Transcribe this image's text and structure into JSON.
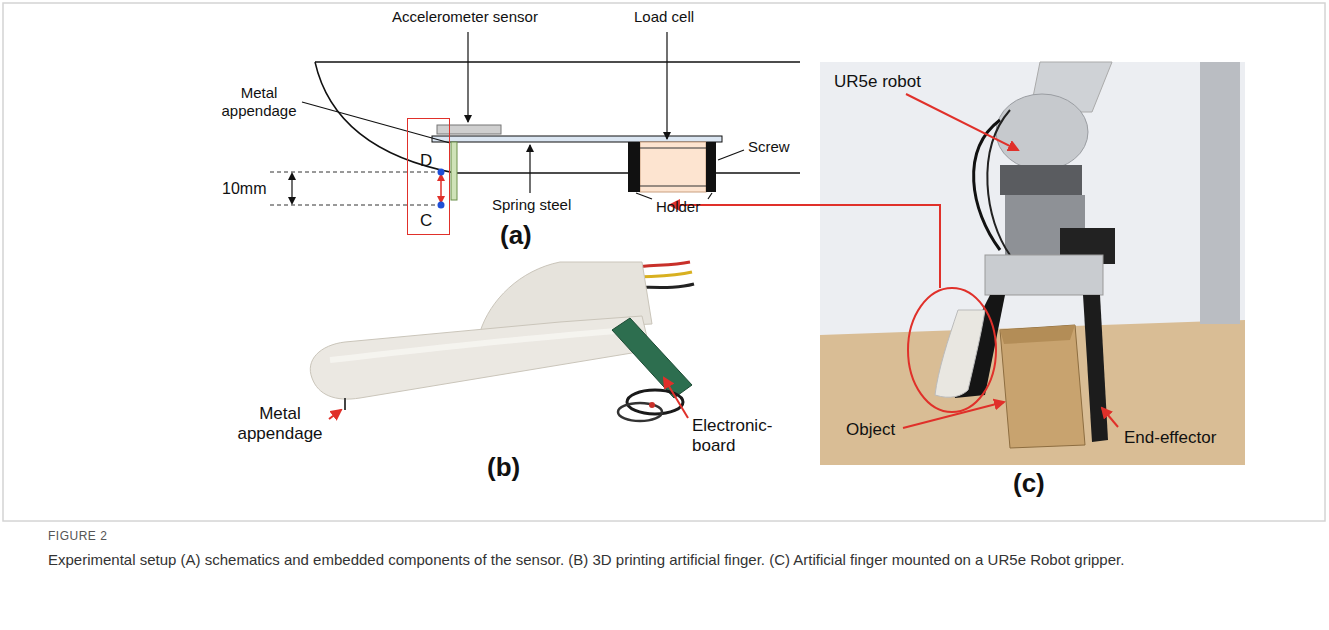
{
  "diagram": {
    "caption": "Experimental setup (A) schematics and embedded components of the sensor. (B) 3D printing artificial finger. (C) Artificial finger mounted on a UR5e Robot gripper.",
    "nodes": [
      {
        "text": [
          "D",
          "C"
        ]
      }
    ],
    "labels": [
      "Accelerometer sensor",
      "Load cell",
      "Metal appendage",
      "Screw",
      "10mm",
      "Spring steel",
      "Holder",
      "(a)",
      "Metal appendage",
      "Electronic-board",
      "(b)",
      "UR5e robot",
      "Object",
      "End-effector",
      "(c)",
      "FIGURE 2"
    ]
  }
}
